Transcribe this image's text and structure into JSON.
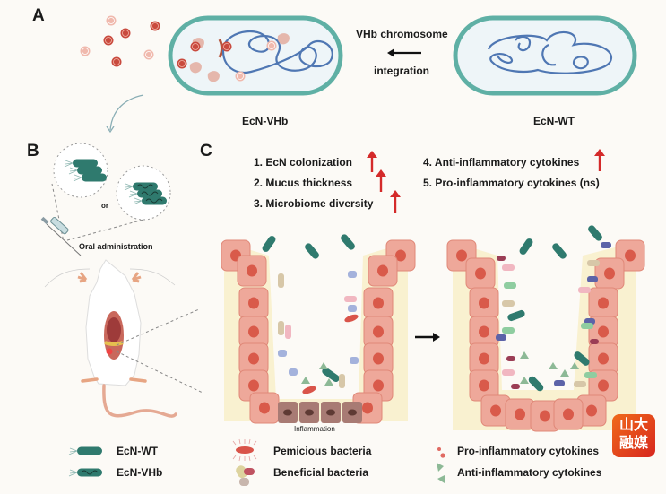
{
  "panels": {
    "a": "A",
    "b": "B",
    "c": "C"
  },
  "panel_a": {
    "strain_vhb": "EcN-VHb",
    "strain_wt": "EcN-WT",
    "arrow_label_top": "VHb chromosome",
    "arrow_label_bottom": "integration"
  },
  "panel_b": {
    "or_label": "or",
    "route_label": "Oral administration"
  },
  "panel_c": {
    "effects_left": [
      {
        "text": "1. EcN colonization",
        "trend": "up"
      },
      {
        "text": "2. Mucus thickness",
        "trend": "up"
      },
      {
        "text": "3. Microbiome diversity",
        "trend": "up"
      }
    ],
    "effects_right": [
      {
        "text": "4. Anti-inflammatory cytokines",
        "trend": "up"
      },
      {
        "text": "5. Pro-inflammatory cytokines (ns)",
        "trend": "none"
      }
    ],
    "inflammation_label": "Inflammation"
  },
  "legend": [
    {
      "label": "EcN-WT",
      "icon": "ecn-wt-icon"
    },
    {
      "label": "EcN-VHb",
      "icon": "ecn-vhb-icon"
    },
    {
      "label": "Pemicious bacteria",
      "icon": "pernicious-bacteria-icon"
    },
    {
      "label": "Beneficial bacteria",
      "icon": "beneficial-bacteria-icon"
    },
    {
      "label": "Pro-inflammatory cytokines",
      "icon": "pro-inflammatory-cytokine-icon"
    },
    {
      "label": "Anti-inflammatory cytokines",
      "icon": "anti-inflammatory-cytokine-icon"
    }
  ],
  "watermark": {
    "line1": "山大",
    "line2": "融媒"
  },
  "colors": {
    "teal": "#3f9a8e",
    "dark_teal": "#2f7a6e",
    "dna_blue": "#4f77b3",
    "arrow_red": "#d42a2a",
    "cell_pink": "#eea89a",
    "nucleus_red": "#d95a4a",
    "mucus": "#f8ecc0"
  }
}
